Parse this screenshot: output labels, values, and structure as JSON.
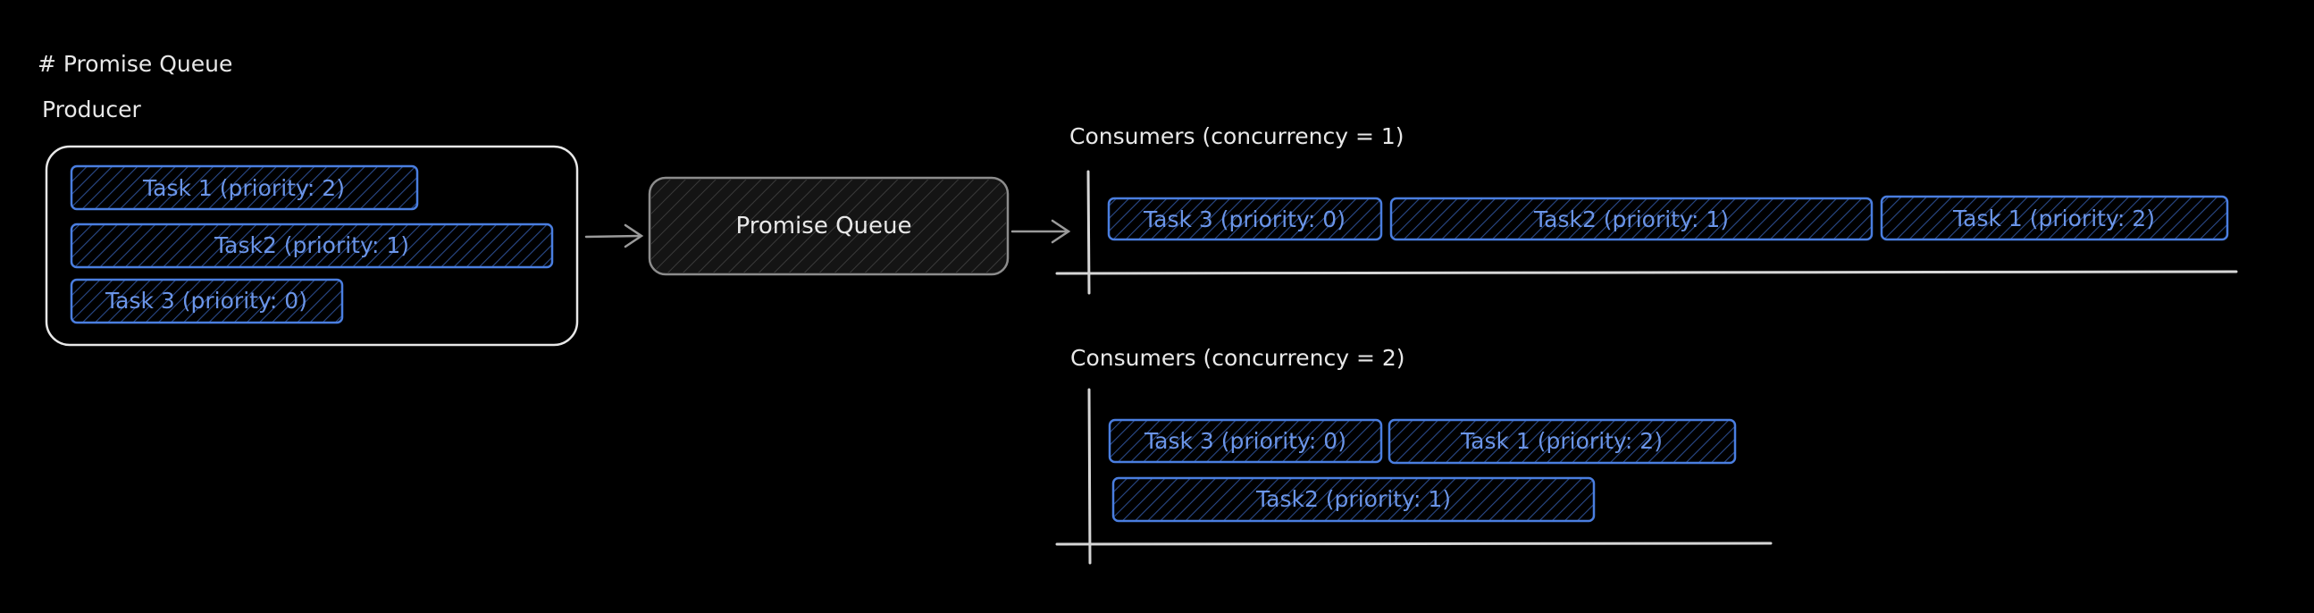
{
  "title": "# Promise Queue",
  "producer": {
    "label": "Producer",
    "tasks": [
      {
        "label": "Task 1 (priority: 2)"
      },
      {
        "label": "Task2 (priority: 1)"
      },
      {
        "label": "Task 3 (priority: 0)"
      }
    ]
  },
  "queue": {
    "label": "Promise Queue"
  },
  "consumers1": {
    "label": "Consumers (concurrency = 1)",
    "tasks": [
      {
        "label": "Task 3 (priority: 0)"
      },
      {
        "label": "Task2 (priority: 1)"
      },
      {
        "label": "Task 1 (priority: 2)"
      }
    ]
  },
  "consumers2": {
    "label": "Consumers (concurrency = 2)",
    "tasks": [
      {
        "label": "Task 3 (priority: 0)"
      },
      {
        "label": "Task 1 (priority: 2)"
      },
      {
        "label": "Task2 (priority: 1)"
      }
    ]
  },
  "colors": {
    "background": "#000000",
    "text": "#e8e8e8",
    "task_stroke": "#4a7ee0",
    "task_text": "#6b95e8",
    "hatch": "#2a4a8a",
    "queue_stroke": "#8c8c8c",
    "queue_fill": "#1a1a1a",
    "line": "#d6d6d6"
  }
}
